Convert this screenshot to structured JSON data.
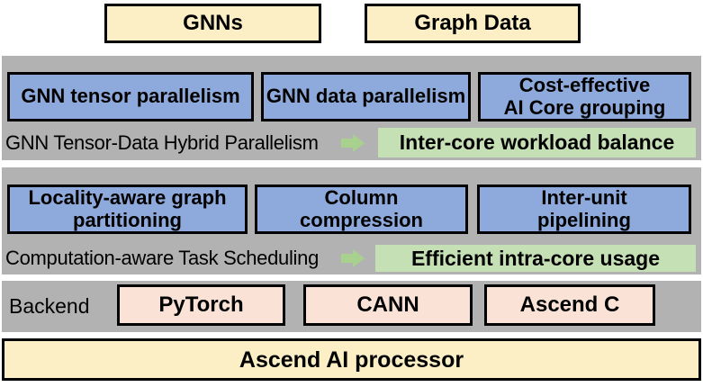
{
  "top_row": {
    "gnns_label": "GNNs",
    "graph_data_label": "Graph Data"
  },
  "parallelism_layer": {
    "modules": [
      {
        "label": "GNN tensor parallelism"
      },
      {
        "label": "GNN data parallelism"
      },
      {
        "label": "Cost-effective\nAI Core grouping"
      }
    ],
    "caption": "GNN Tensor-Data Hybrid Parallelism",
    "benefit": "Inter-core workload balance"
  },
  "scheduling_layer": {
    "modules": [
      {
        "label": "Locality-aware graph\npartitioning"
      },
      {
        "label": "Column\ncompression"
      },
      {
        "label": "Inter-unit\npipelining"
      }
    ],
    "caption": "Computation-aware Task Scheduling",
    "benefit": "Efficient intra-core usage"
  },
  "backend_layer": {
    "caption": "Backend",
    "components": [
      {
        "label": "PyTorch"
      },
      {
        "label": "CANN"
      },
      {
        "label": "Ascend C"
      }
    ]
  },
  "hardware_layer": {
    "label": "Ascend AI processor"
  },
  "icons": {
    "arrow_right": "arrow-right-icon"
  },
  "colors": {
    "box_yellow": "#FCEEC5",
    "box_blue": "#8EA9DB",
    "box_green": "#C5E0B4",
    "arrow_green": "#A9D18E",
    "box_peach": "#FAE3D6",
    "panel_gray": "#B2B2B2",
    "border_black": "#000000",
    "background_white": "#FFFFFF"
  }
}
